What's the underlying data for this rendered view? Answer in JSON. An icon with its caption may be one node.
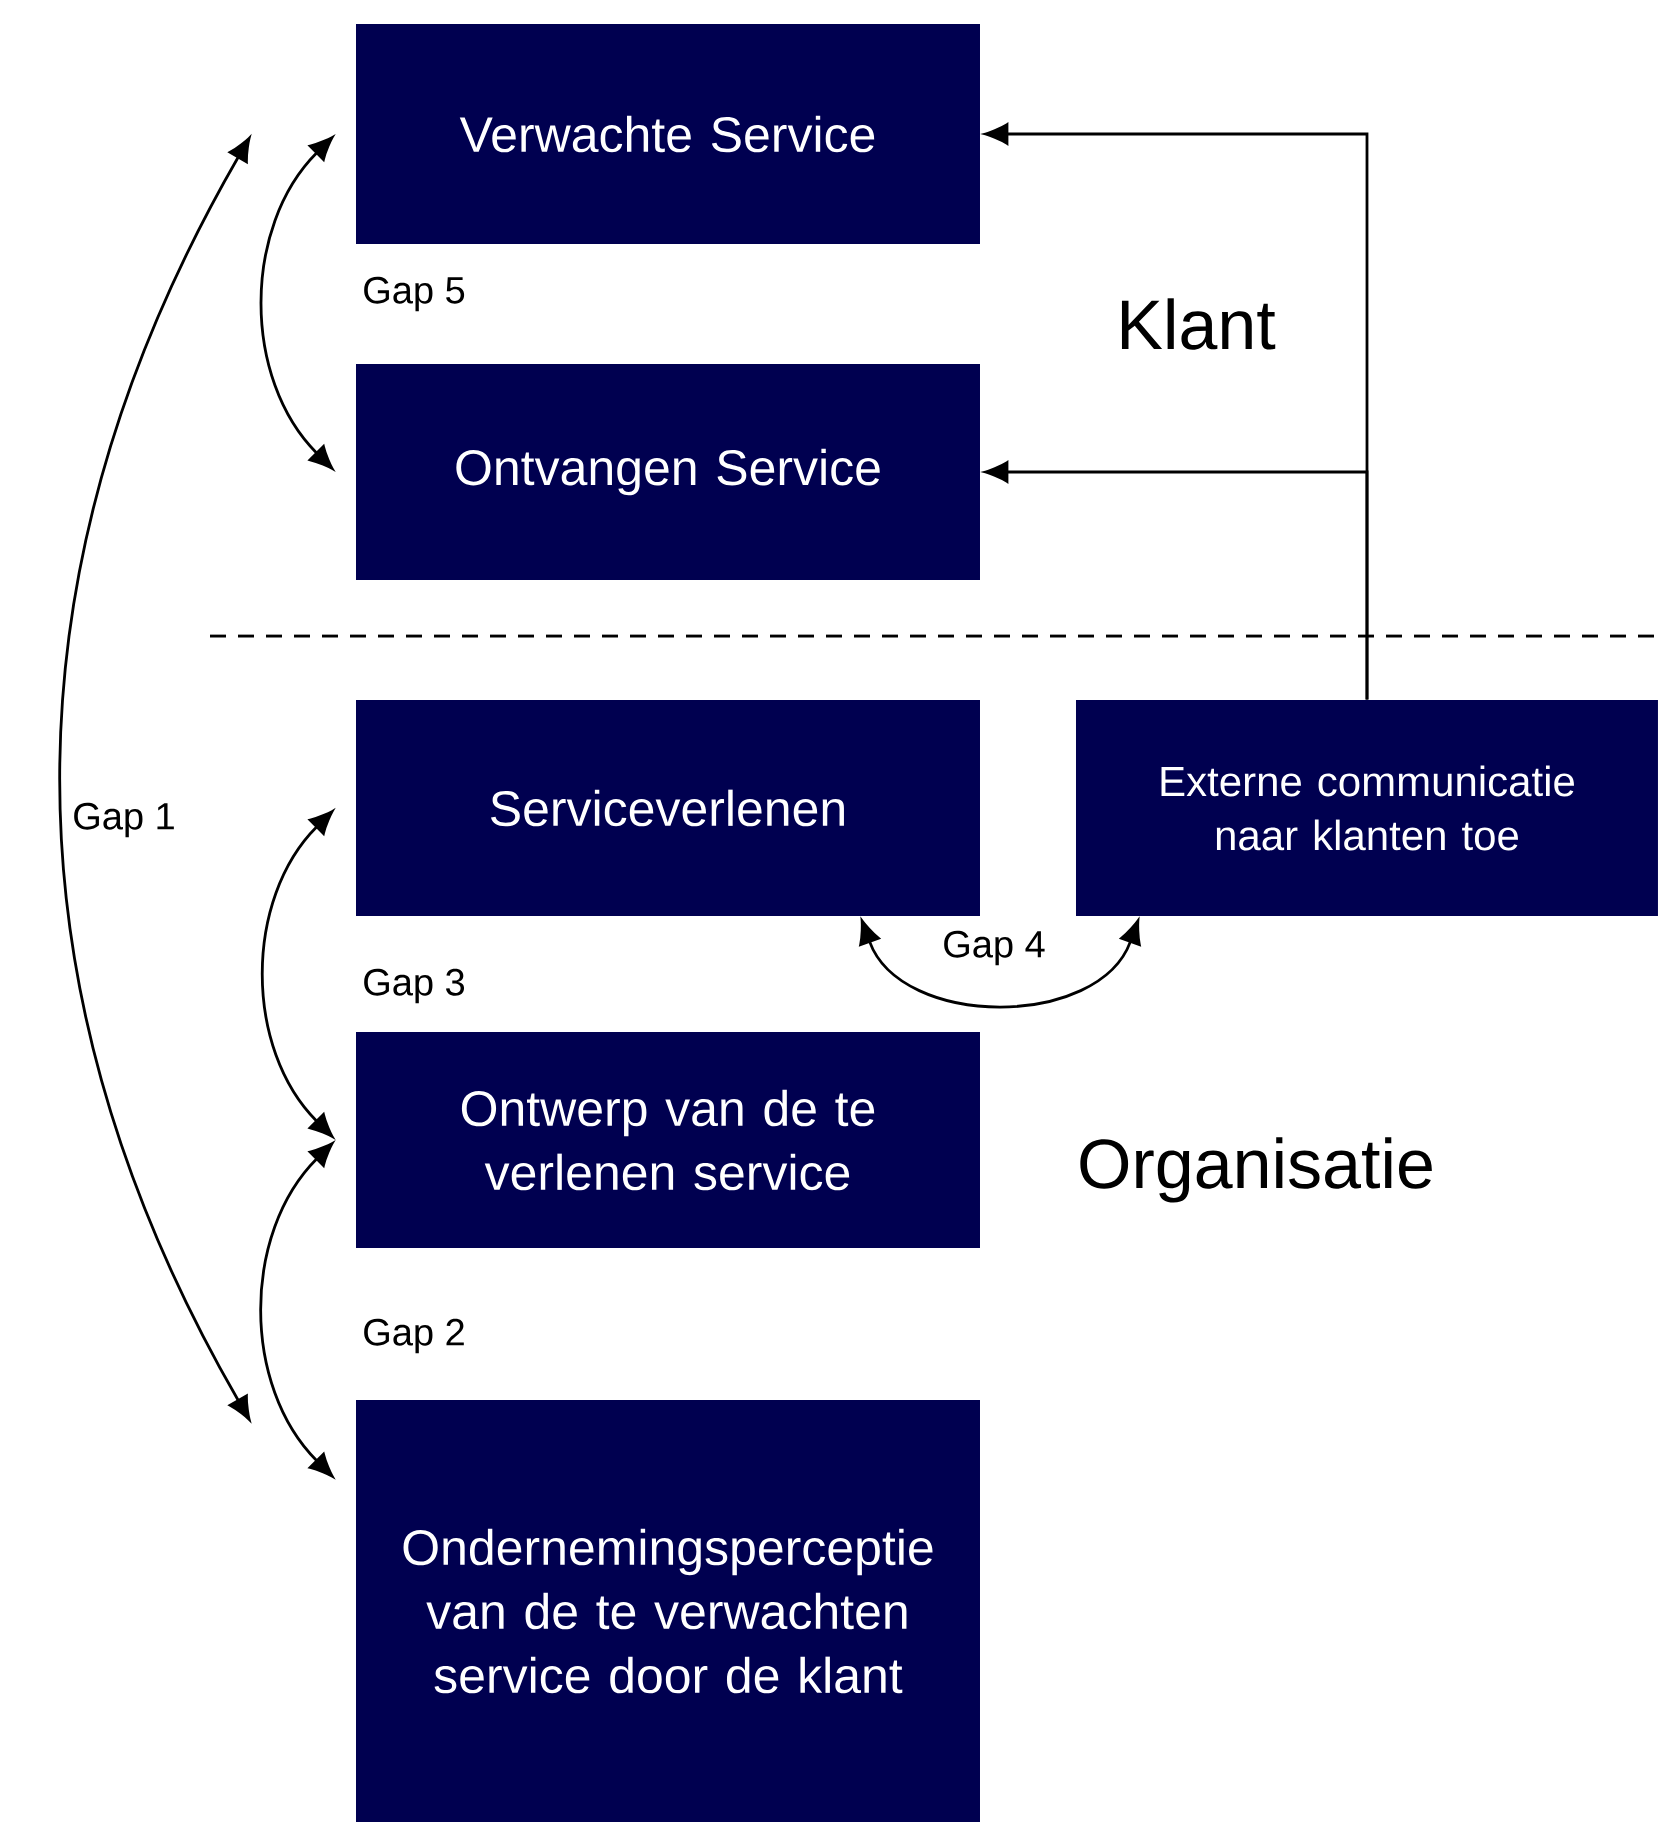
{
  "diagram": {
    "nodes": [
      {
        "text": [
          "Verwachte Service"
        ]
      },
      {
        "text": [
          "Ontvangen Service"
        ]
      },
      {
        "text": [
          "Serviceverlenen"
        ]
      },
      {
        "text": [
          "Externe communicatie naar klanten toe"
        ]
      },
      {
        "text": [
          "Ontwerp van de te verlenen service"
        ]
      },
      {
        "text": [
          "Ondernemingsperceptie van de te verwachten service door de klant"
        ]
      }
    ],
    "edges": [
      {
        "from": 0,
        "to": 1,
        "arrow": "both",
        "label": "Gap 5"
      },
      {
        "from": 0,
        "to": 5,
        "arrow": "both",
        "label": "Gap 1"
      },
      {
        "from": 2,
        "to": 4,
        "arrow": "both",
        "label": "Gap 3"
      },
      {
        "from": 2,
        "to": 3,
        "arrow": "both",
        "label": "Gap 4"
      },
      {
        "from": 4,
        "to": 5,
        "arrow": "both",
        "label": "Gap 2"
      },
      {
        "from": 3,
        "to": 0,
        "arrow": "to"
      },
      {
        "from": 3,
        "to": 1,
        "arrow": "to"
      }
    ],
    "labels": [
      "Klant",
      "Organisatie"
    ]
  }
}
